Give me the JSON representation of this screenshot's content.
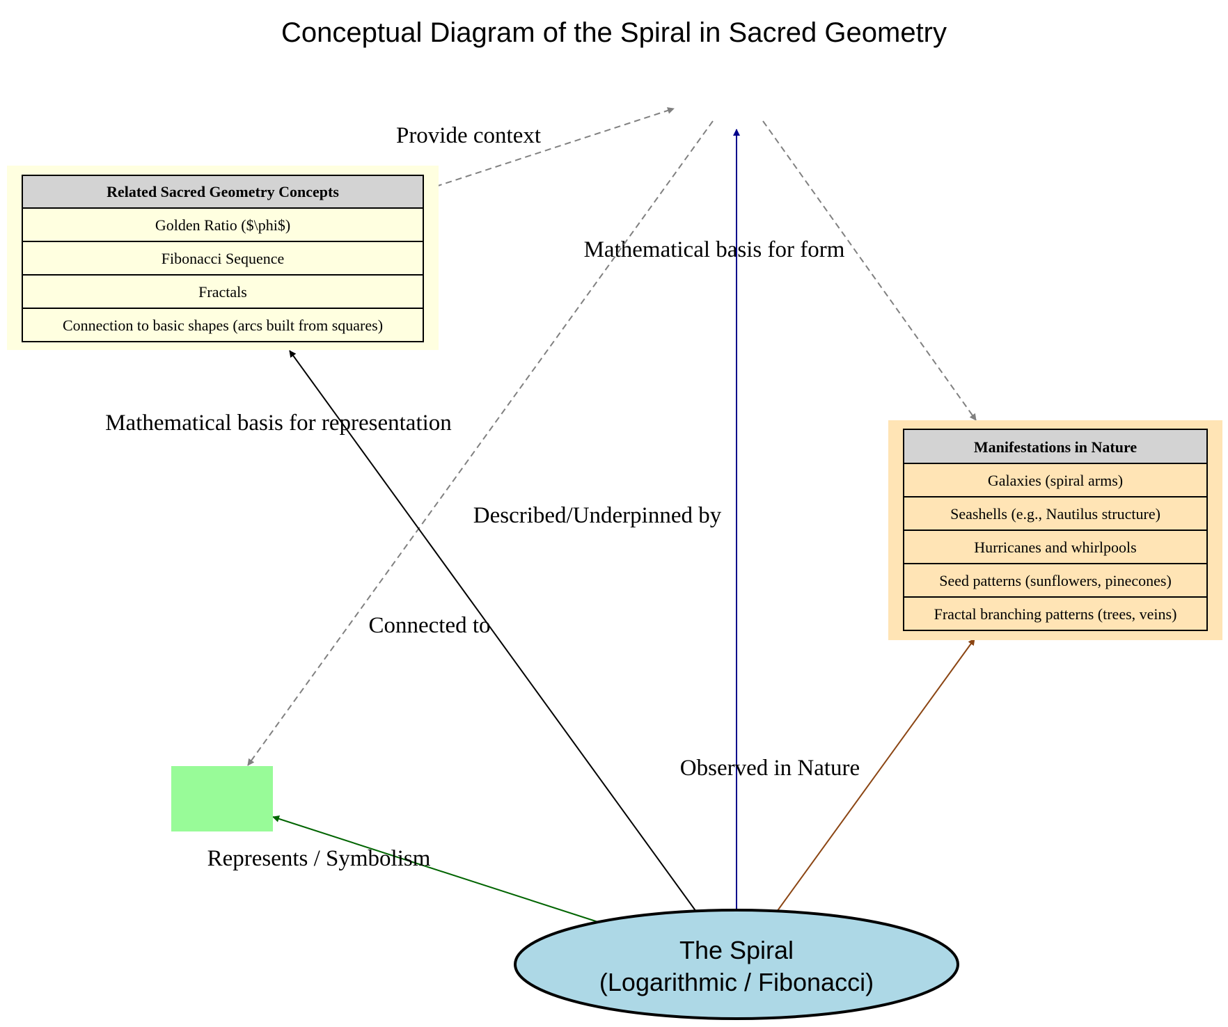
{
  "title": "Conceptual Diagram of the Spiral in Sacred Geometry",
  "nodes": {
    "spiral": {
      "line1": "The Spiral",
      "line2": "(Logarithmic / Fibonacci)",
      "fill": "#add8e6"
    },
    "symbolism": {
      "fill": "#98fb98"
    },
    "concepts": {
      "header": "Related Sacred Geometry Concepts",
      "items": [
        "Golden Ratio ($\\phi$)",
        "Fibonacci Sequence",
        "Fractals",
        "Connection to basic shapes (arcs built from squares)"
      ],
      "fill": "#ffffe0",
      "header_fill": "#d3d3d3"
    },
    "nature": {
      "header": "Manifestations in Nature",
      "items": [
        "Galaxies (spiral arms)",
        "Seashells (e.g., Nautilus structure)",
        "Hurricanes and whirlpools",
        "Seed patterns (sunflowers, pinecones)",
        "Fractal branching patterns (trees, veins)"
      ],
      "fill": "#ffe4b5",
      "header_fill": "#d3d3d3"
    }
  },
  "edges": {
    "provide_context": {
      "label": "Provide context",
      "color": "#808080"
    },
    "math_basis_form": {
      "label": "Mathematical basis for form",
      "color": "#808080"
    },
    "math_basis_representation": {
      "label": "Mathematical basis for representation",
      "color": "#000000"
    },
    "described_underpinned": {
      "label": "Described/Underpinned by",
      "color": "#00008b"
    },
    "connected_to": {
      "label": "Connected to",
      "color": "#808080"
    },
    "observed_in_nature": {
      "label": "Observed in Nature",
      "color": "#8b4513"
    },
    "represents_symbolism": {
      "label": "Represents / Symbolism",
      "color": "#006400"
    }
  }
}
